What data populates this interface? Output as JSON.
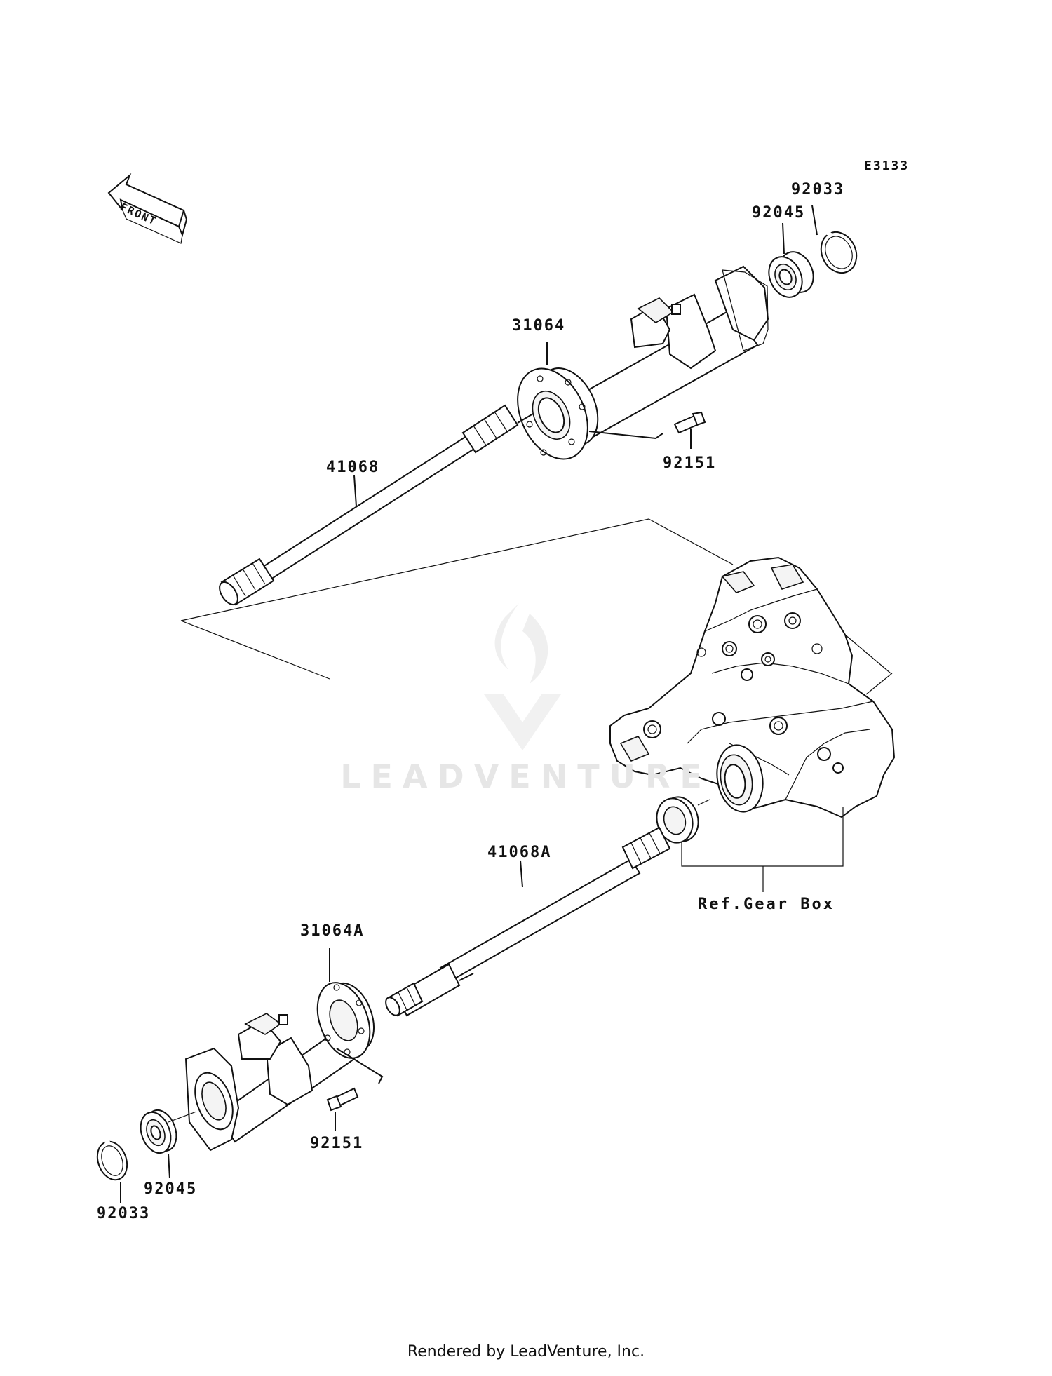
{
  "diagram_code": "E3133",
  "front_label": "FRONT",
  "footer": "Rendered by LeadVenture, Inc.",
  "watermark_text": "LEADVENTURE",
  "parts": {
    "ring_top": "92033",
    "bearing_top": "92045",
    "housing_top": "31064",
    "bolt_top": "92151",
    "axle_top": "41068",
    "axle_bottom": "41068A",
    "housing_bottom": "31064A",
    "bolt_bottom": "92151",
    "bearing_bottom": "92045",
    "ring_bottom": "92033",
    "ref_gear_box": "Ref.Gear Box"
  }
}
